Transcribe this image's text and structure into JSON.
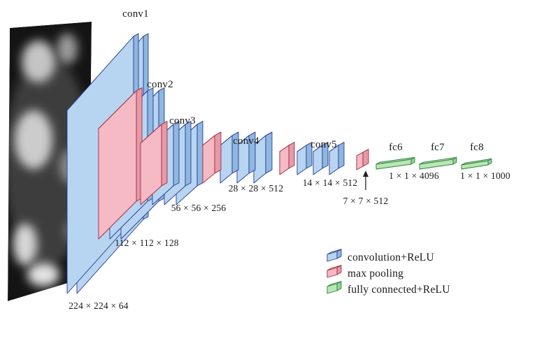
{
  "diagram": {
    "groups": {
      "conv1": {
        "label": "conv1",
        "dims": "224 × 224 × 64",
        "conv_layers": 2,
        "has_pooling": false
      },
      "conv2": {
        "label": "conv2",
        "dims": "112 × 112 × 128",
        "conv_layers": 2,
        "has_pooling": true
      },
      "conv3": {
        "label": "conv3",
        "dims": "56 × 56 × 256",
        "conv_layers": 3,
        "has_pooling": true
      },
      "conv4": {
        "label": "conv4",
        "dims": "28 × 28 × 512",
        "conv_layers": 3,
        "has_pooling": true
      },
      "conv5": {
        "label": "conv5",
        "dims": "14 × 14 × 512",
        "conv_layers": 3,
        "has_pooling": true
      },
      "pool5": {
        "label": "",
        "dims": "7 × 7 × 512",
        "conv_layers": 0,
        "has_pooling": true
      },
      "fc6": {
        "label": "fc6",
        "dims": "1 × 1 × 4096"
      },
      "fc7": {
        "label": "fc7",
        "dims": ""
      },
      "fc8": {
        "label": "fc8",
        "dims": "1 × 1 × 1000"
      }
    },
    "legend": [
      {
        "label": "convolution+ReLU",
        "type": "conv"
      },
      {
        "label": "max pooling",
        "type": "pool"
      },
      {
        "label": "fully connected+ReLU",
        "type": "fc"
      }
    ],
    "colors": {
      "convolution_fill": "#b7d5f1",
      "convolution_side": "#8fb8e0",
      "convolution_edge": "#2b3990",
      "pooling_fill": "#f5bac4",
      "pooling_side": "#e59aa8",
      "pooling_edge": "#9e2b3f",
      "fully_connected_fill": "#b9e6b4",
      "fully_connected_side": "#95d193",
      "fully_connected_edge": "#2c7f3c",
      "arrow": "#222222",
      "background": "#ffffff"
    }
  }
}
